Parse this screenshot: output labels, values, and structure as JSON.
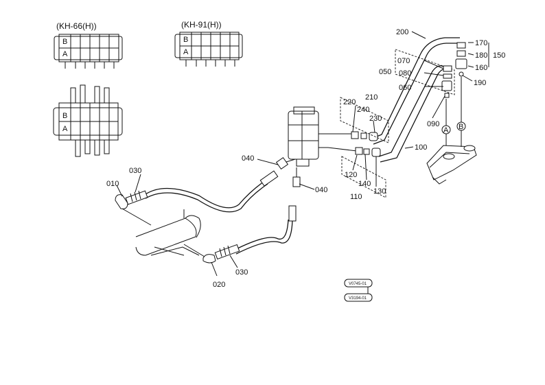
{
  "variants": {
    "kh66": "(KH-66(H))",
    "kh91": "(KH-91(H))"
  },
  "ports": {
    "a": "A",
    "b": "B"
  },
  "parts": {
    "p010": "010",
    "p020": "020",
    "p030a": "030",
    "p030b": "030",
    "p040a": "040",
    "p040b": "040",
    "p050": "050",
    "p060": "060",
    "p070": "070",
    "p080": "080",
    "p090": "090",
    "p100": "100",
    "p110": "110",
    "p120": "120",
    "p130": "130",
    "p140": "140",
    "p150": "150",
    "p160": "160",
    "p170": "170",
    "p180": "180",
    "p190": "190",
    "p200": "200",
    "p210": "210",
    "p220": "220",
    "p230": "230",
    "p240": "240"
  },
  "codes": {
    "upper": "V0745-01",
    "lower": "V3194-01"
  }
}
